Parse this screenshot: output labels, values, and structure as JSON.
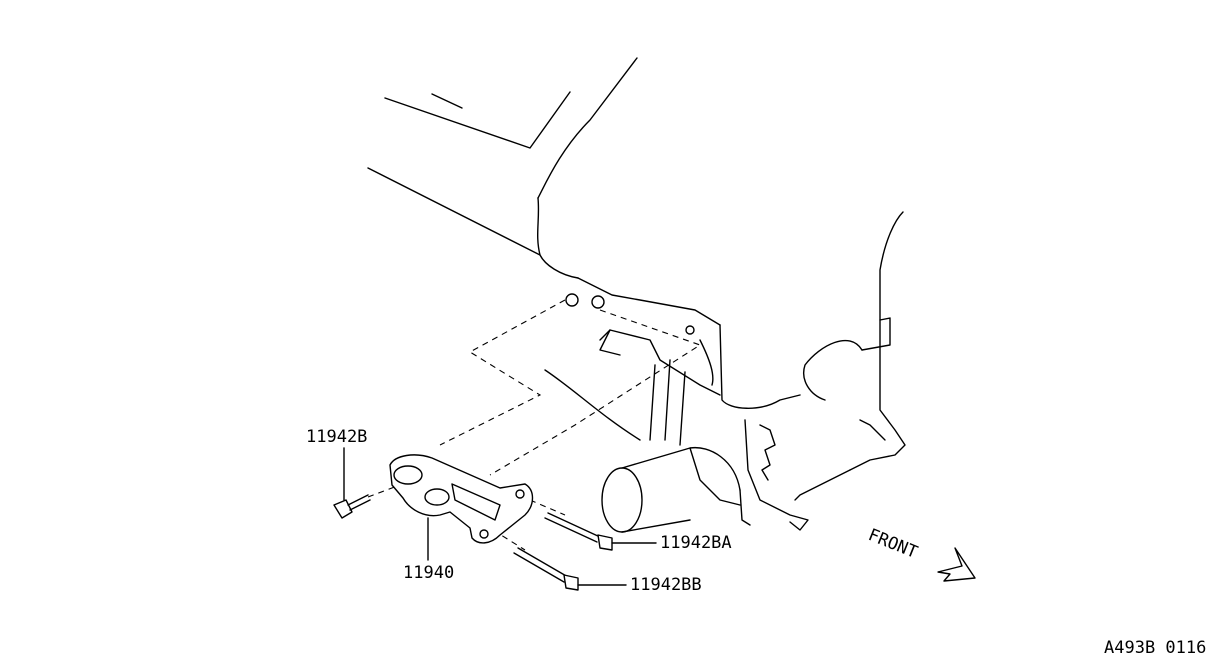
{
  "diagram": {
    "part_labels": {
      "bolt_upper": "11942B",
      "bracket": "11940",
      "bolt_ba": "11942BA",
      "bolt_bb": "11942BB"
    },
    "direction_label": "FRONT",
    "figure_code": "A493B 0116"
  }
}
